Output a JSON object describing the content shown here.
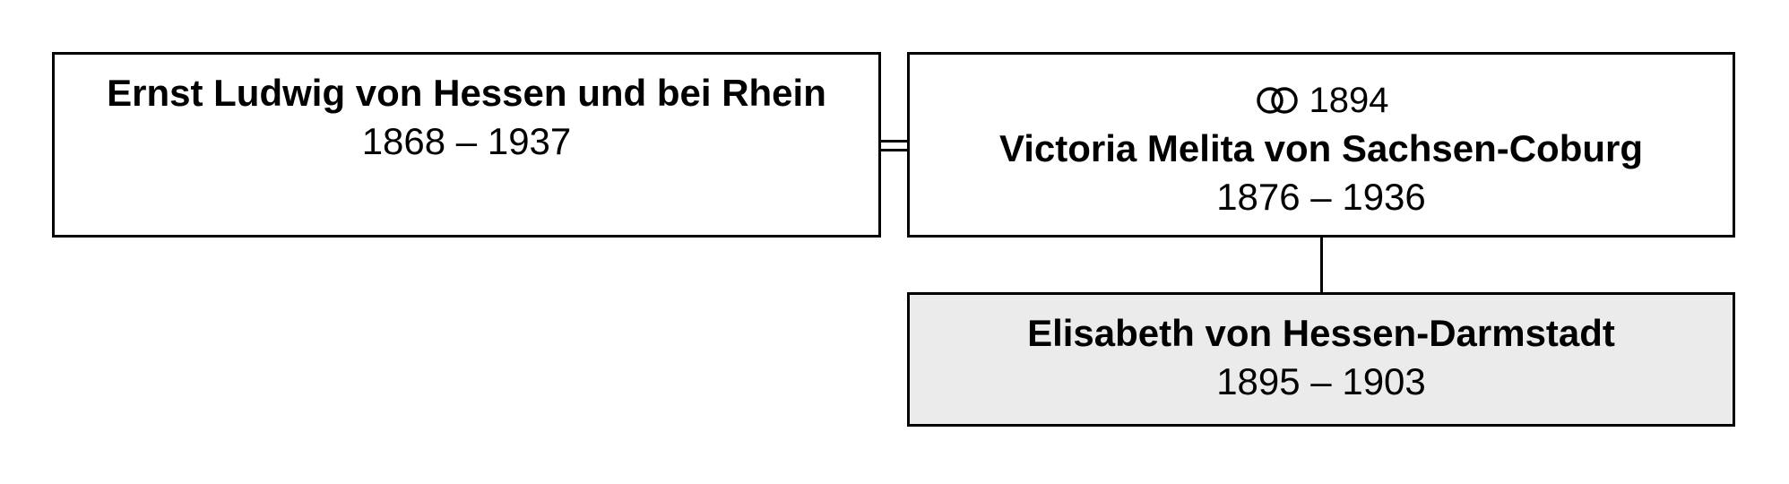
{
  "persons": {
    "father": {
      "name": "Ernst Ludwig von Hessen und bei Rhein",
      "dates": "1868 – 1937"
    },
    "mother": {
      "marriage_year": "1894",
      "name": "Victoria Melita von Sachsen-Coburg",
      "dates": "1876 – 1936"
    },
    "child": {
      "name": "Elisabeth von Hessen-Darmstadt",
      "dates": "1895 – 1903"
    }
  },
  "icons": {
    "marriage": "wedding-rings-icon"
  },
  "colors": {
    "border": "#000000",
    "box_background": "#ffffff",
    "child_background": "#ebebeb"
  }
}
